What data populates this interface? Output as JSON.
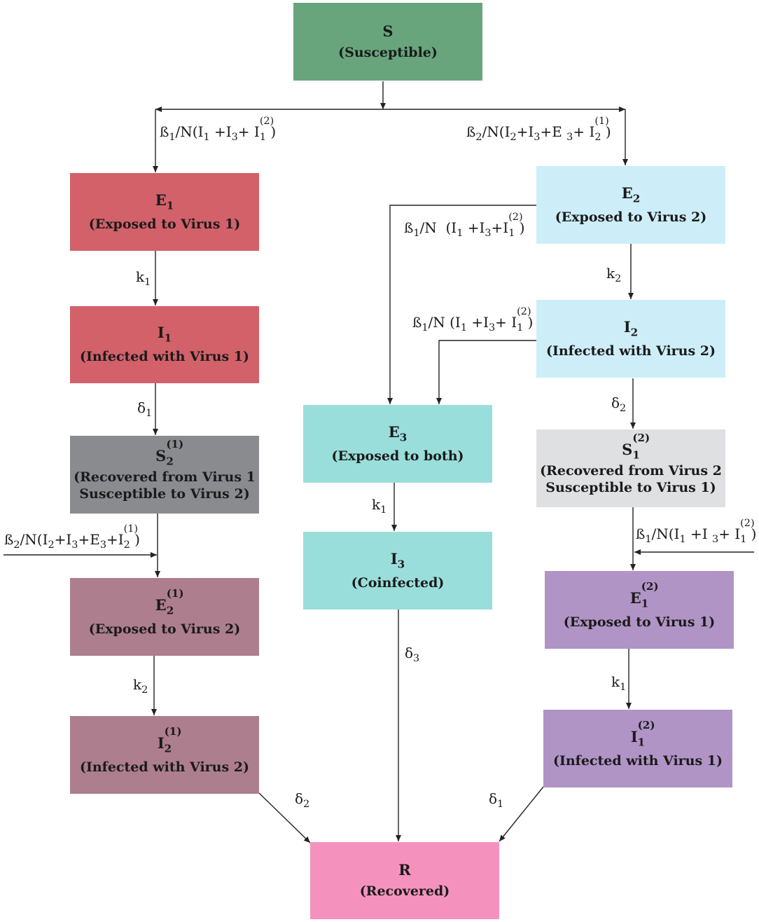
{
  "compartments": {
    "S": {
      "symbol": "S",
      "label": "(Susceptible)",
      "color": "#68a57d"
    },
    "E1": {
      "symbol": "E",
      "sub": "1",
      "label": "(Exposed to Virus 1)",
      "color": "#d2616a"
    },
    "I1": {
      "symbol": "I",
      "sub": "1",
      "label": "(Infected with Virus 1)",
      "color": "#d2616a"
    },
    "S2_1": {
      "symbol": "S",
      "sub": "2",
      "sup": "(1)",
      "line1": "(Recovered from Virus 1",
      "line2": "Susceptible to Virus 2)",
      "color": "#8a8b8e"
    },
    "E2_1": {
      "symbol": "E",
      "sub": "2",
      "sup": "(1)",
      "label": "(Exposed to Virus 2)",
      "color": "#ac7e8e"
    },
    "I2_1": {
      "symbol": "I",
      "sub": "2",
      "sup": "(1)",
      "label": "(Infected with Virus 2)",
      "color": "#ac7e8e"
    },
    "E2": {
      "symbol": "E",
      "sub": "2",
      "label": "(Exposed to Virus 2)",
      "color": "#cdeef8"
    },
    "I2": {
      "symbol": "I",
      "sub": "2",
      "label": "(Infected with Virus 2)",
      "color": "#cdeef8"
    },
    "E3": {
      "symbol": "E",
      "sub": "3",
      "label": "(Exposed to both)",
      "color": "#9adedb"
    },
    "I3": {
      "symbol": "I",
      "sub": "3",
      "label": "(Coinfected)",
      "color": "#9adedb"
    },
    "S1_2": {
      "symbol": "S",
      "sub": "1",
      "sup": "(2)",
      "line1": "(Recovered from Virus 2",
      "line2": "Susceptible to Virus 1)",
      "color": "#dfe0e2"
    },
    "E1_2": {
      "symbol": "E",
      "sub": "1",
      "sup": "(2)",
      "label": "(Exposed to Virus 1)",
      "color": "#b194c6"
    },
    "I1_2": {
      "symbol": "I",
      "sub": "1",
      "sup": "(2)",
      "label": "(Infected with Virus 1)",
      "color": "#b194c6"
    },
    "R": {
      "symbol": "R",
      "label": "(Recovered)",
      "color": "#f492bd"
    }
  },
  "rates": {
    "k1": "k",
    "k2": "k",
    "delta": "δ",
    "beta": "ß",
    "overN": "/N"
  }
}
